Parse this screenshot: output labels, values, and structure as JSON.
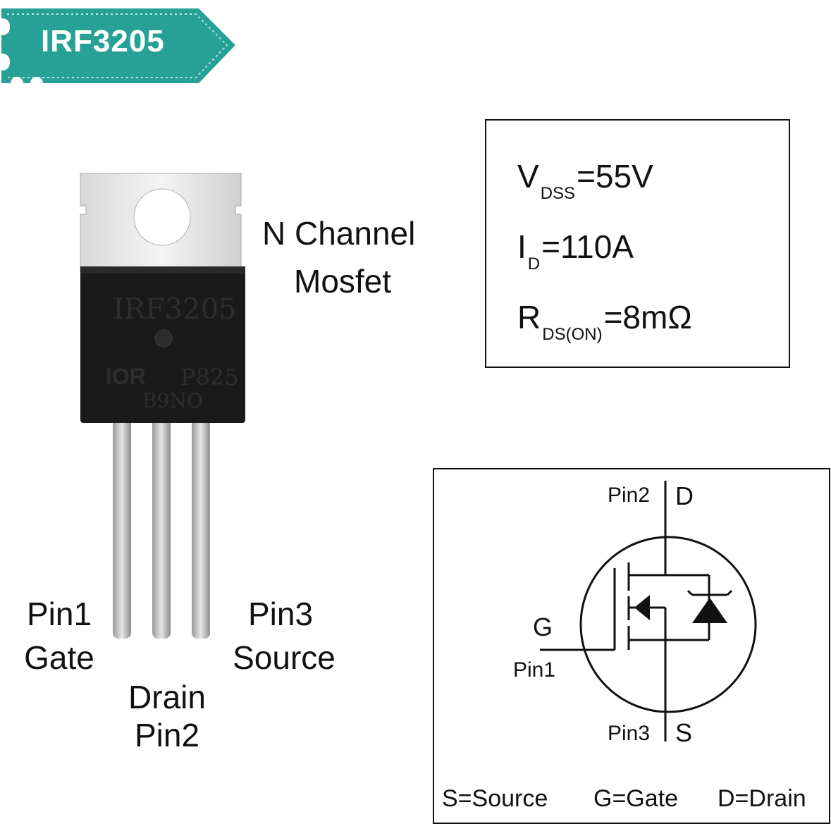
{
  "badge": {
    "title": "IRF3205",
    "color": "#27a195"
  },
  "package_photo": {
    "marking_line1": "IRF3205",
    "marking_logo": "IOR",
    "marking_code": "P825",
    "marking_line3": "B9NO"
  },
  "type_label": {
    "line1": "N Channel",
    "line2": "Mosfet"
  },
  "pin_labels": {
    "pin1": {
      "number": "Pin1",
      "name": "Gate"
    },
    "pin2": {
      "name": "Drain",
      "number": "Pin2"
    },
    "pin3": {
      "number": "Pin3",
      "name": "Source"
    }
  },
  "specs": {
    "vdss": {
      "symbol": "V",
      "sub": "DSS",
      "value": "=55V"
    },
    "id": {
      "symbol": "I",
      "sub": "D",
      "value": "=110A"
    },
    "rds": {
      "symbol": "R",
      "sub": "DS(ON)",
      "value": "=8mΩ"
    }
  },
  "schematic": {
    "drain_pin": "Pin2",
    "drain_letter": "D",
    "gate_letter": "G",
    "gate_pin": "Pin1",
    "source_pin": "Pin3",
    "source_letter": "S"
  },
  "legend": {
    "source": "S=Source",
    "gate": "G=Gate",
    "drain": "D=Drain"
  }
}
